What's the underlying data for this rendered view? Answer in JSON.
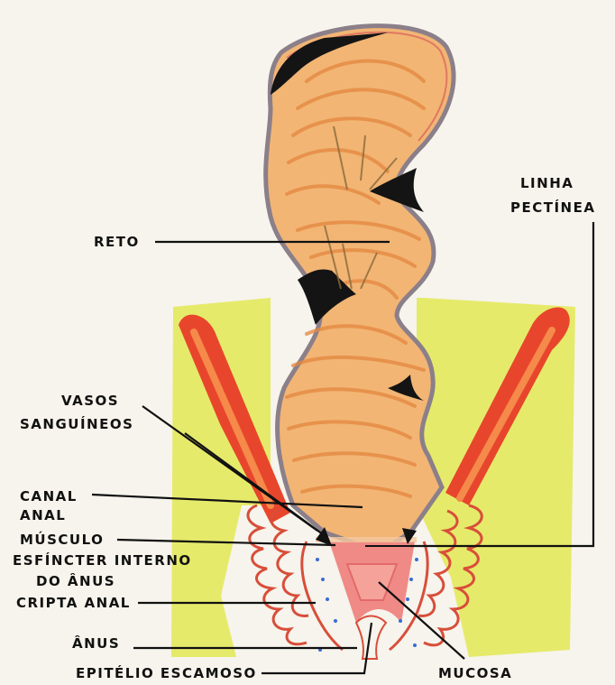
{
  "labels": {
    "reto": "RETO",
    "linha_1": "LINHA",
    "linha_2": "PECTÍNEA",
    "vasos_1": "VASOS",
    "vasos_2": "SANGUÍNEOS",
    "canal_1": "CANAL",
    "canal_2": "ANAL",
    "musculo_1": "MÚSCULO",
    "musculo_2": "ESFÍNCTER INTERNO",
    "musculo_3": "DO ÂNUS",
    "cripta": "CRIPTA ANAL",
    "anus": "ÂNUS",
    "epitelio": "EPITÉLIO ESCAMOSO",
    "mucosa": "MUCOSA"
  },
  "colors": {
    "background": "#f6f4ec",
    "fat_tissue": "#e6ea6a",
    "rectum_fill": "#f2b574",
    "rectum_fold": "#e4873f",
    "muscle_red": "#e8462c",
    "muscle_orange": "#f06a3a",
    "mucosa_pink": "#f08a86",
    "outline": "#111111"
  }
}
